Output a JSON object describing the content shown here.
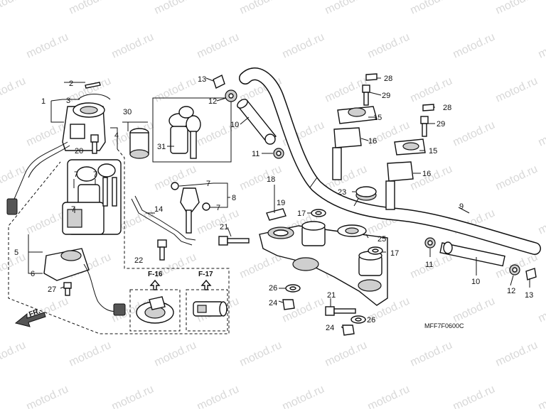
{
  "watermark": "motod.ru",
  "diagram_code": "MFF7F0600C",
  "front_marker": "FR.",
  "sections": [
    "F-16",
    "F-17"
  ],
  "callouts": {
    "c1": "1",
    "c2": "2",
    "c3": "3",
    "c4": "4",
    "c5": "5",
    "c6": "6",
    "c7a": "7",
    "c7b": "7",
    "c7c": "7",
    "c7d": "7",
    "c8": "8",
    "c9": "9",
    "c10a": "10",
    "c10b": "10",
    "c11a": "11",
    "c11b": "11",
    "c12a": "12",
    "c12b": "12",
    "c13a": "13",
    "c13b": "13",
    "c14": "14",
    "c15a": "15",
    "c15b": "15",
    "c16a": "16",
    "c16b": "16",
    "c17a": "17",
    "c17b": "17",
    "c18": "18",
    "c19": "19",
    "c20": "20",
    "c21a": "21",
    "c21b": "21",
    "c22": "22",
    "c23": "23",
    "c24a": "24",
    "c24b": "24",
    "c25": "25",
    "c26a": "26",
    "c26b": "26",
    "c27": "27",
    "c28a": "28",
    "c28b": "28",
    "c29a": "29",
    "c29b": "29",
    "c30": "30",
    "c31": "31"
  }
}
